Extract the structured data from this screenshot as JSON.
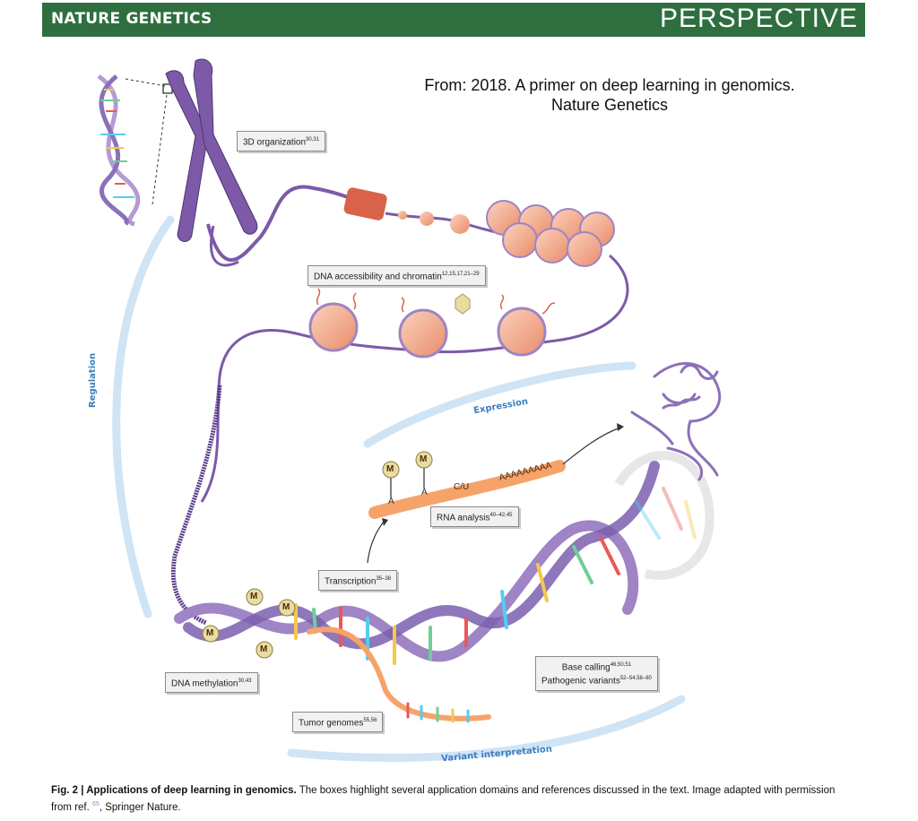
{
  "header": {
    "journal": "NATURE GENETICS",
    "section": "PERSPECTIVE",
    "bar_color": "#2f6f3f"
  },
  "source": {
    "line1": "From: 2018. A primer on deep learning in genomics.",
    "line2": "Nature Genetics"
  },
  "labels": {
    "org3d": {
      "text": "3D organization",
      "refs": "30,31"
    },
    "access": {
      "text": "DNA accessibility and chromatin",
      "refs": "12,15,17,21–29"
    },
    "rna": {
      "text": "RNA analysis",
      "refs": "40–42,45"
    },
    "transcription": {
      "text": "Transcription",
      "refs": "35–38"
    },
    "methylation": {
      "text": "DNA methylation",
      "refs": "30,43"
    },
    "tumor": {
      "text": "Tumor genomes",
      "refs": "55,56"
    },
    "basecalling": {
      "text": "Base calling",
      "refs": "46,50,51"
    },
    "pathogenic": {
      "text": "Pathogenic variants",
      "refs": "52–54,58–60"
    }
  },
  "tracks": {
    "regulation": "Regulation",
    "expression": "Expression",
    "variant": "Variant interpretation",
    "color": "#bcd9f0"
  },
  "rna_strand": {
    "a1": "A",
    "a2": "A",
    "cu": "C/U",
    "polya": "AAAAAAAAA",
    "mark": "M"
  },
  "methyl_mark": "M",
  "caption": {
    "label": "Fig. 2 | Applications of deep learning in genomics.",
    "body": " The boxes highlight several application domains and references discussed in the text. Image adapted with permission from ref. ",
    "ref": "65",
    "tail": ", Springer Nature."
  },
  "colors": {
    "dna_strand": "#9f84c6",
    "nucleosome": "#f2a788",
    "rna": "#f6a36a",
    "methyl": "#e8dca0"
  }
}
